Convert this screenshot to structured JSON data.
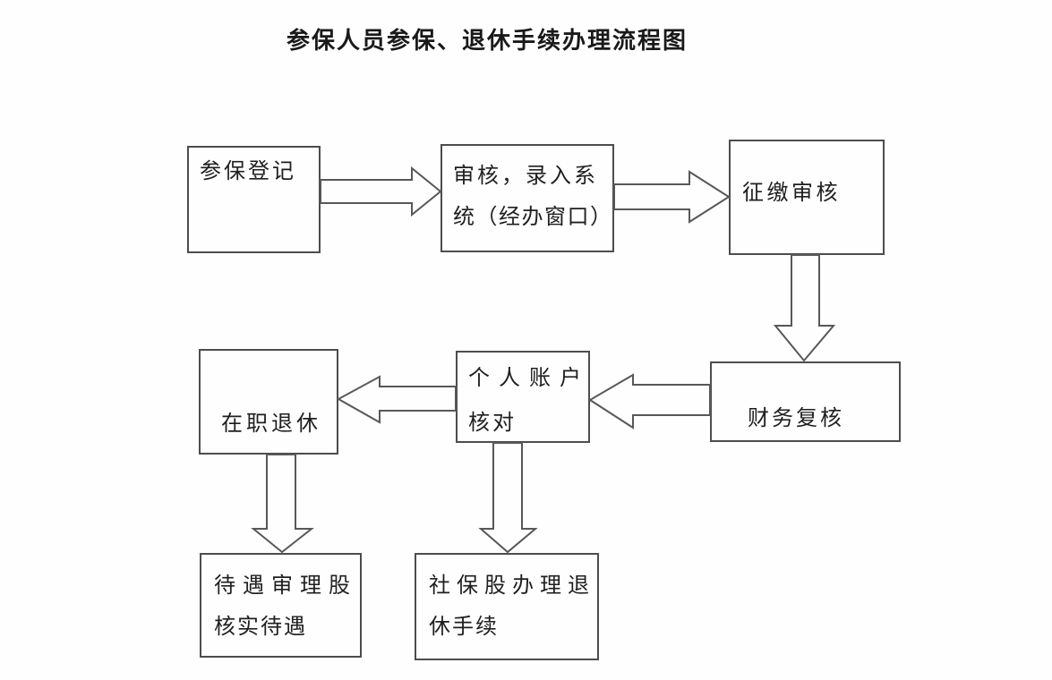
{
  "title": "参保人员参保、退休手续办理流程图",
  "diagram": {
    "type": "flowchart",
    "colors": {
      "background": "#fefefe",
      "line": "#585858",
      "box_border": "#4d4d4d",
      "text": "#1f1f1f"
    },
    "boxes": [
      {
        "id": "enroll-registration",
        "label": "参保登记",
        "lines": [
          "参保登记"
        ]
      },
      {
        "id": "review-system-entry",
        "label": "审核，录入系统（经办窗口）",
        "lines": [
          "审核，录入系",
          "统（经办窗口）"
        ]
      },
      {
        "id": "collection-review",
        "label": "征缴审核",
        "lines": [
          "征缴审核"
        ]
      },
      {
        "id": "finance-recheck",
        "label": "财务复核",
        "lines": [
          "财务复核"
        ]
      },
      {
        "id": "personal-account-check",
        "label": "个人账户核对",
        "lines": [
          "个人账户",
          "核对"
        ]
      },
      {
        "id": "in-service-retirement",
        "label": "在职退休",
        "lines": [
          "在职退休"
        ]
      },
      {
        "id": "benefit-review-section",
        "label": "待遇审理股核实待遇",
        "lines": [
          "待遇审理股",
          "核实待遇"
        ]
      },
      {
        "id": "social-security-section",
        "label": "社保股办理退休手续",
        "lines": [
          "社保股办理退",
          "休手续"
        ]
      }
    ],
    "edges": [
      {
        "from": "参保登记",
        "to": "审核，录入系统（经办窗口）",
        "direction": "right"
      },
      {
        "from": "审核，录入系统（经办窗口）",
        "to": "征缴审核",
        "direction": "right"
      },
      {
        "from": "征缴审核",
        "to": "财务复核",
        "direction": "down"
      },
      {
        "from": "财务复核",
        "to": "个人账户核对",
        "direction": "left"
      },
      {
        "from": "个人账户核对",
        "to": "在职退休",
        "direction": "left"
      },
      {
        "from": "在职退休",
        "to": "待遇审理股核实待遇",
        "direction": "down"
      },
      {
        "from": "个人账户核对",
        "to": "社保股办理退休手续",
        "direction": "down"
      }
    ]
  }
}
